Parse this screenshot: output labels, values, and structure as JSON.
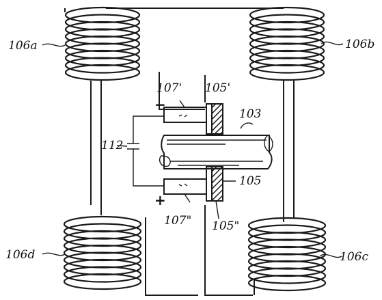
{
  "labels": {
    "coil_a": "106a",
    "coil_b": "106b",
    "coil_c": "106c",
    "coil_d": "106d",
    "plate_top": "105'",
    "plate_bottom": "105",
    "plate_bottom_edge": "105\"",
    "electrode_top": "107'",
    "electrode_bottom": "107\"",
    "rod": "103",
    "capacitor": "112",
    "minus": "−",
    "plus": "+"
  },
  "colors": {
    "ink": "#1a1a1a",
    "paper": "#ffffff"
  }
}
